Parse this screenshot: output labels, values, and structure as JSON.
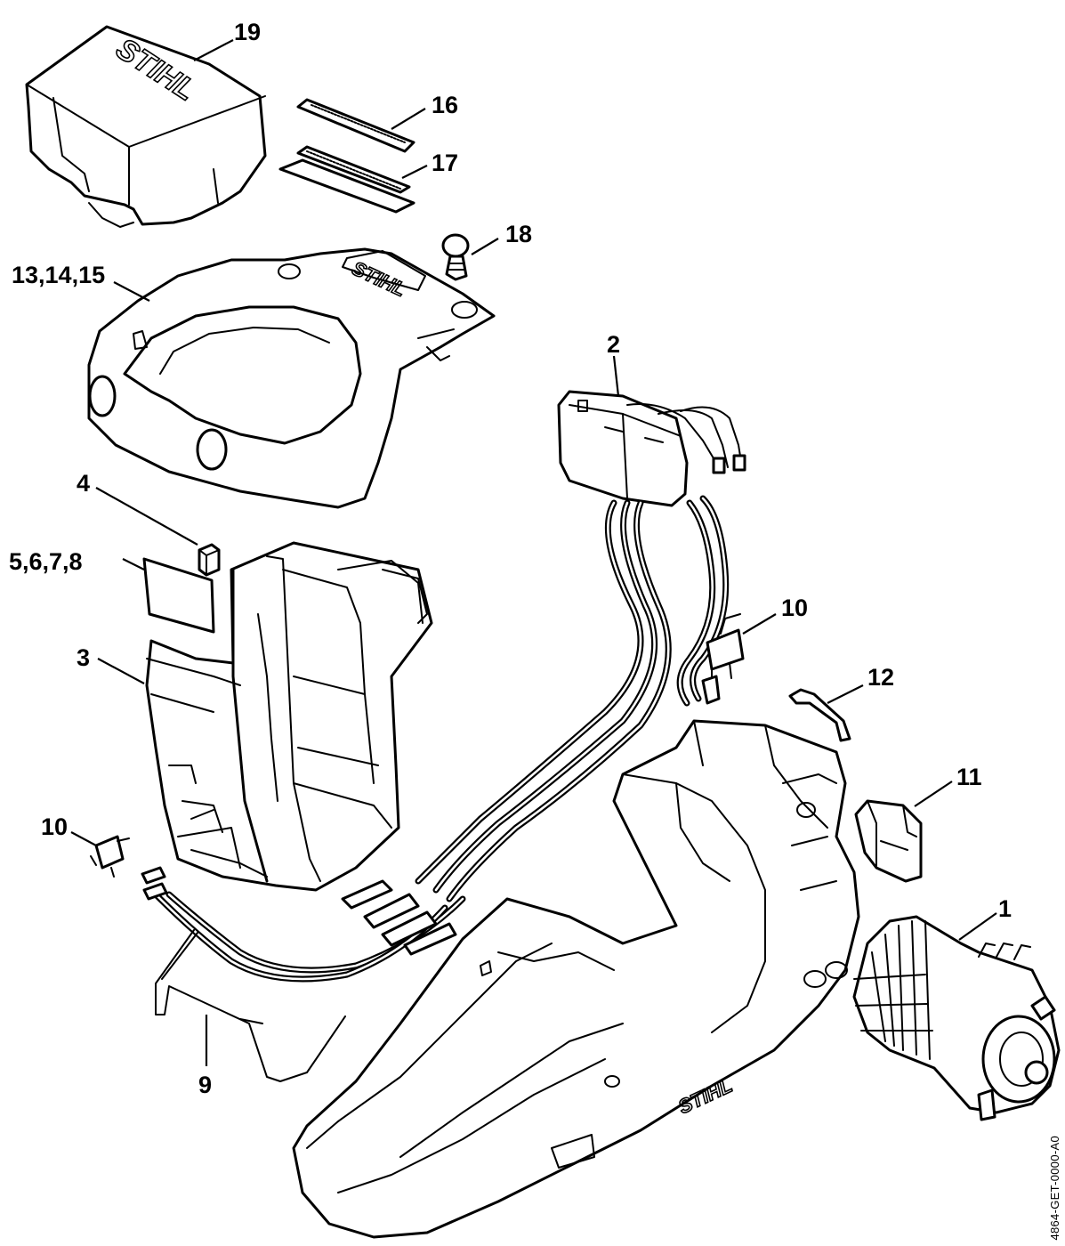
{
  "diagram": {
    "brand_logo": "STIHL",
    "reference_code": "4864-GET-0000-A0",
    "callouts": {
      "c19": "19",
      "c16": "16",
      "c17": "17",
      "c18": "18",
      "c13_14_15": "13,14,15",
      "c2": "2",
      "c4": "4",
      "c5_6_7_8": "5,6,7,8",
      "c3": "3",
      "c10_right": "10",
      "c12": "12",
      "c11": "11",
      "c10_left": "10",
      "c1": "1",
      "c9": "9"
    }
  }
}
